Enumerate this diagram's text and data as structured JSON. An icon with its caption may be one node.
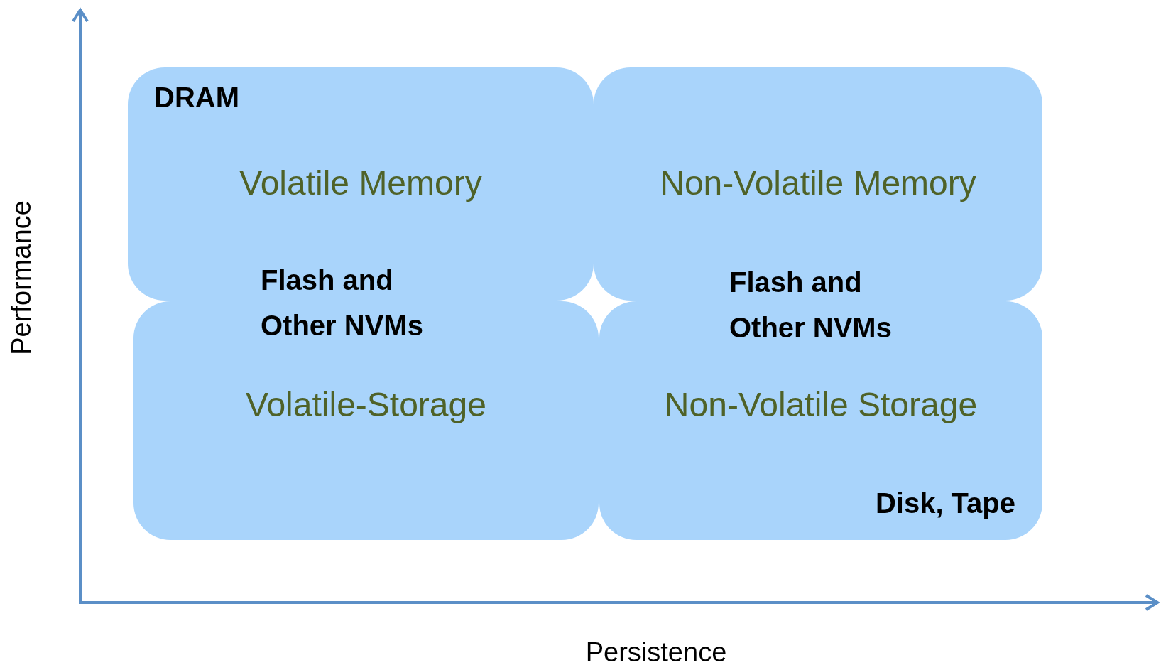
{
  "diagram": {
    "nodes": [
      {
        "text": [
          "DRAM",
          "Volatile Memory"
        ]
      },
      {
        "text": [
          "Non-Volatile Memory"
        ]
      },
      {
        "text": [
          "Volatile-Storage"
        ]
      },
      {
        "text": [
          "Non-Volatile Storage",
          "Disk, Tape"
        ]
      }
    ],
    "labels": [
      "Flash and Other NVMs",
      "Flash and Other NVMs",
      "Performance",
      "Persistence"
    ]
  }
}
